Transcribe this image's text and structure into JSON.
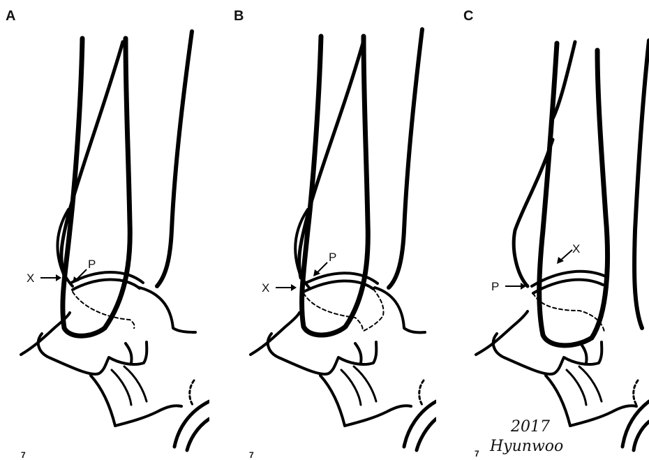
{
  "panels": [
    {
      "letter": "A",
      "label_x": "X",
      "label_p": "P"
    },
    {
      "letter": "B",
      "label_x": "X",
      "label_p": "P"
    },
    {
      "letter": "C",
      "label_x": "X",
      "label_p": "P"
    }
  ],
  "corner_mark": "7",
  "signature": {
    "year": "2017",
    "name": "Hyunwoo"
  },
  "colors": {
    "ink": "#000000",
    "background": "#ffffff"
  }
}
